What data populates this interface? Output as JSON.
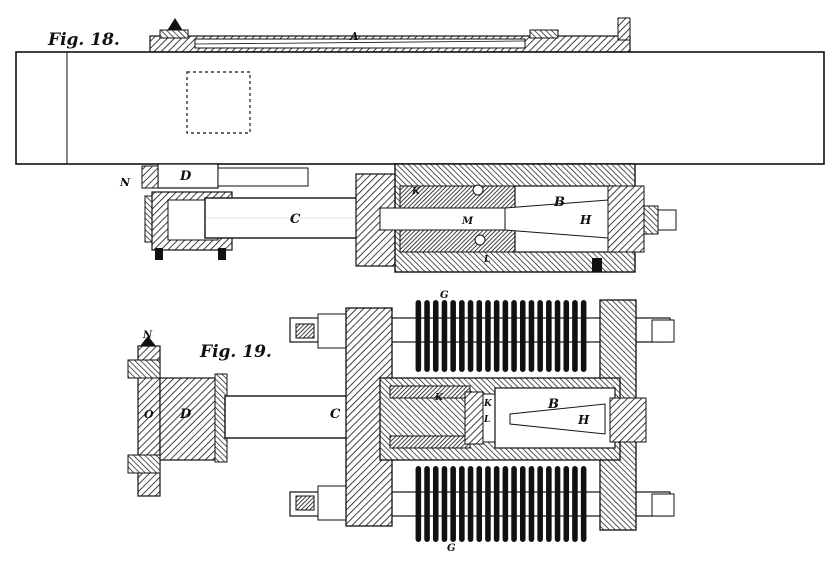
{
  "figures": {
    "fig18": {
      "caption": "Fig. 18."
    },
    "fig19": {
      "caption": "Fig. 19."
    }
  },
  "labels": {
    "A": "A",
    "B": "B",
    "C": "C",
    "D": "D",
    "G": "G",
    "H": "H",
    "K": "K",
    "L": "L",
    "M": "M",
    "N": "N",
    "O": "O"
  },
  "colors": {
    "ink": "#111111",
    "paper": "#ffffff"
  }
}
